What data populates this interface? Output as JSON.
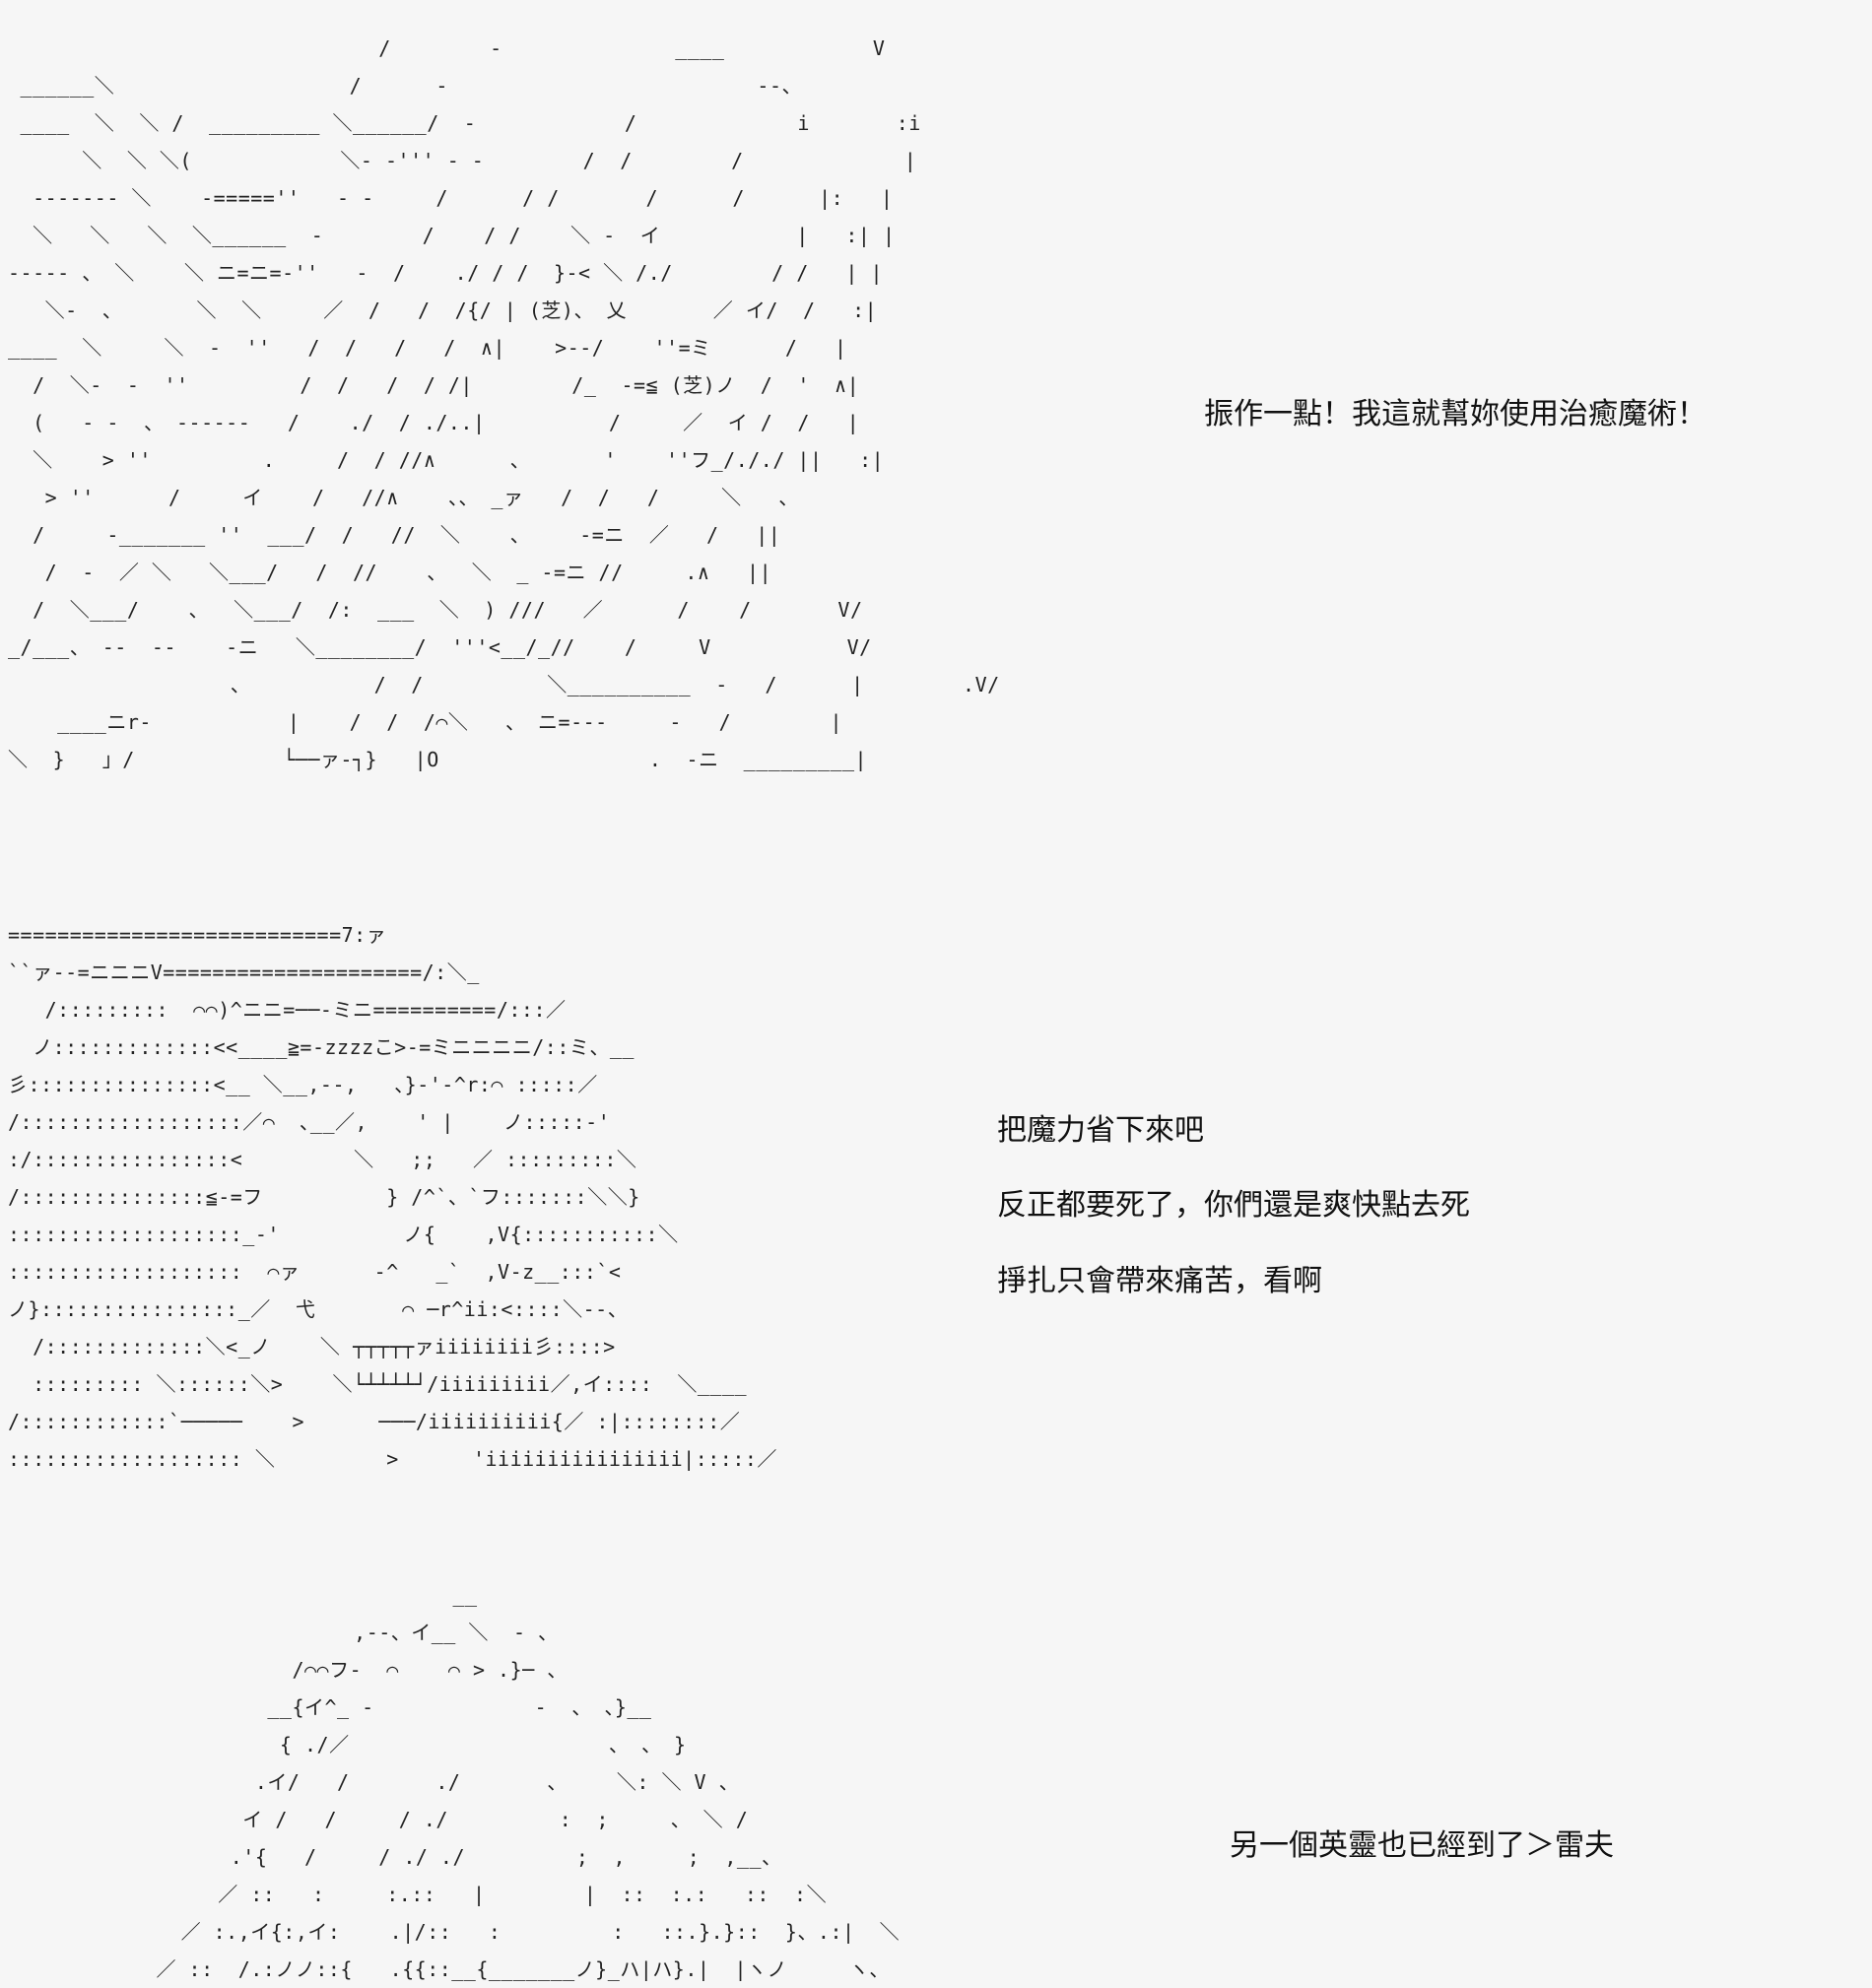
{
  "dialogue": {
    "line1": "振作一點！我這就幫妳使用治癒魔術！",
    "line2": "把魔力省下來吧",
    "line3": "反正都要死了，你們還是爽快點去死",
    "line4": "掙扎只會帶來痛苦，看啊",
    "line5": "另一個英靈也已經到了＞雷夫"
  },
  "ascii_art": {
    "panel1": [
      "                              /        -              ____            V",
      " ______＼                   /      -                         --、",
      " ____  ＼  ＼ /  _________ ＼______/  -            /             i       :i",
      "      ＼  ＼ ＼(            ＼- -''' - -        /  /        /             |",
      "  ------- ＼    -=====''   - -     /      / /       /      /      |:   |",
      "  ＼   ＼   ＼  ＼______  -        /    / /    ＼ -  イ           |   :| |",
      "----- 、 ＼    ＼ ニ=ニ=-''   -  /    ./ / /  }-< ＼ /./        / /   | |",
      "   ＼-  、      ＼  ＼     ／  /   /  /{/ | (芝)、 乂       ／ イ/  /   :|",
      "____  ＼     ＼  -  ''   /  /   /   /  ∧|    >--/    ''=ミ      /   |",
      "  /  ＼-  -  ''         /  /   /  / /|        /_  -=≦ (芝)ノ  /  '  ∧|",
      "  (   - -  、 ------   /    ./  / ./..|          /     ／  イ /  /   |",
      "  ＼    > ''         .     /  / //∧      、      '    ''フ_/././ ||   :|",
      "   > ''      /     イ    /   //∧    、、 _ァ   /  /   /     ＼   、",
      "  /     -_______ ''  ___/  /   //  ＼    、    -=ニ  ／   /   ||",
      "   /  -  ／ ＼   ＼___/   /  //    、  ＼  _ -=ニ //     .∧   ||",
      "  /  ＼___/    、  ＼___/  /:  ___  ＼  ) ///   ／      /    /       V/",
      "_/___、 --  --    -ニ   ＼________/  '''<__/_//    /     V           V/",
      "                  、          /  /          ＼__________  -   /      |        .V/",
      "    ____ニr-           |    /  /  /⌒＼   、 ニ=---     -   /        |",
      "＼  }   」/            └──ァ-┐}   |O                 .  -ニ  _________|"
    ],
    "panel2": [
      "===========================7:ァ",
      "``ァ--=ニニニV=====================/:＼_",
      "   /:::::::::  ⌒⌒)^ニニ=──-ミニ==========/:::／",
      "  ノ:::::::::::::<<____≧=-zzzzこ>-=ミニニニニ/::ミ、__",
      "彡:::::::::::::::<__ ＼__,--,   、}-'-^r:⌒ :::::／",
      "/::::::::::::::::::／⌒  ､__／,    ' |    ノ:::::-'",
      ":/::::::::::::::::<         ＼   ;;   ／ :::::::::＼",
      "/:::::::::::::::≦-=フ          } /^`、`フ:::::::＼＼}",
      ":::::::::::::::::::_-'          ノ{    ,V{:::::::::::＼",
      ":::::::::::::::::::  ⌒ァ      -^   _`  ,V-z__:::`<",
      "ノ}::::::::::::::::_／  弋       ⌒ ─r^ii:<::::＼--、",
      "  /:::::::::::::＼<_ノ    ＼ ┬┬┬┬┬ァiiiiiiii彡::::>",
      "  ::::::::: ＼::::::＼>    ＼└┴┴┴┴┘/iiiiiiiii／,イ::::  ＼____",
      "/::::::::::::`─────    >      ───/iiiiiiiiii{／ :|::::::::／",
      "::::::::::::::::::: ＼         >      'iiiiiiiiiiiiiiii|:::::／"
    ],
    "panel3": [
      "                                    __",
      "                            ,--、イ__ ＼  - 、",
      "                       /⌒⌒フ-  ⌒    ⌒ > .}─ 、",
      "                     __{イ^_ -             -  、 、}__",
      "                      { ./／                     、 、 }",
      "                    .イ/   /       ./       、    ＼: ＼ V 、",
      "                   イ /   /     / ./         :  ;     、 ＼ /",
      "                  .'{   /     / ./ ./         ;  ,     ;  ,__、",
      "                 ／ ::   :     :.::   |        |  ::  :.:   ::  :＼",
      "              ／ :.,イ{:,イ:    .|/::   :         :   ::.}.}::  }、.:|  ＼",
      "            ／ ::  /.:ノノ::{   .{{::__{_______ノ}_ハ|ハ}.|  |ヽノ     ヽ、"
    ]
  }
}
